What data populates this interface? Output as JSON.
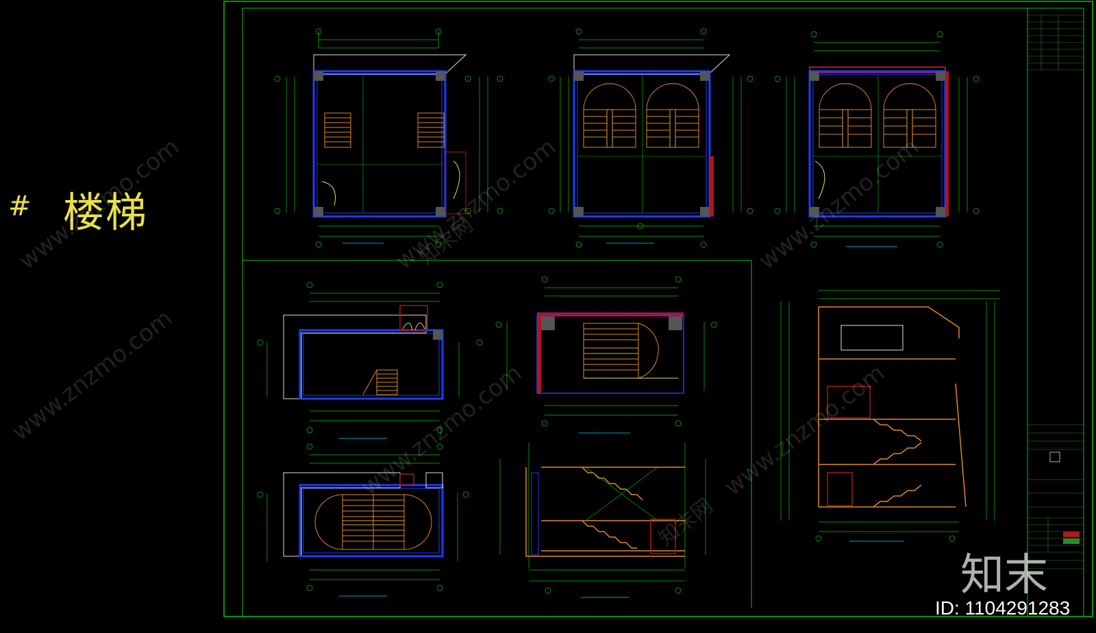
{
  "header": {
    "hash": "#",
    "title": "楼梯"
  },
  "watermark": {
    "site": "www.znzmo.com",
    "cn": "知末网"
  },
  "brand": {
    "logo": "知末",
    "id": "ID: 1104291283"
  },
  "colors": {
    "frame": "#00c800",
    "wall": "#1a3cff",
    "stair": "#e08a1a",
    "red": "#b0141e",
    "dim": "#00d000"
  }
}
